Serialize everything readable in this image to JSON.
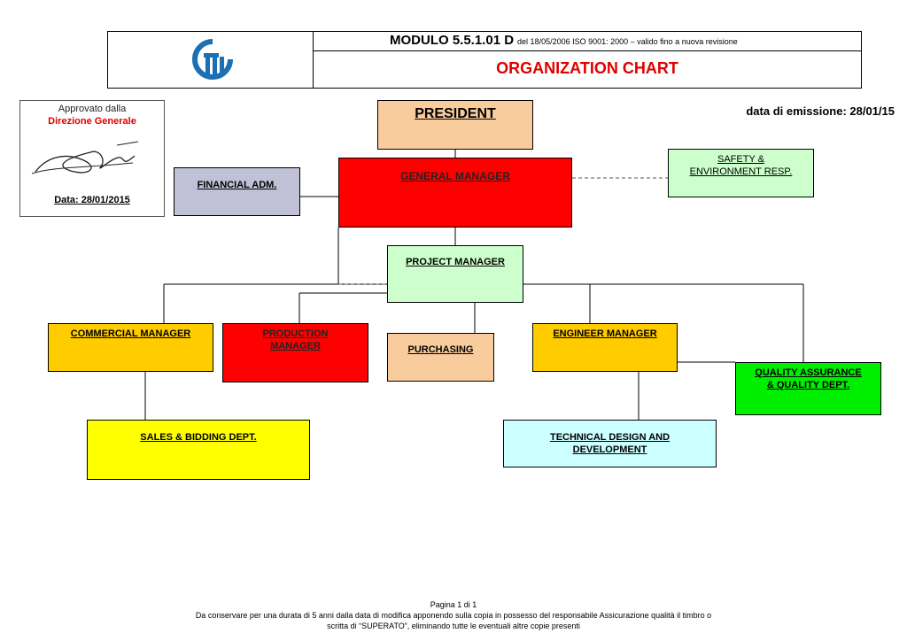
{
  "header": {
    "form_code": "MODULO  5.5.1.01 D",
    "form_details": "del  18/05/2006  ISO 9001: 2000 – valido fino a nuova revisione",
    "title": "ORGANIZATION CHART"
  },
  "approval": {
    "line1": "Approvato dalla",
    "line2": "Direzione Generale",
    "date_label": "Data",
    "date_value": ":  28/01/2015"
  },
  "emission_date": "data di emissione: 28/01/15",
  "org": {
    "president": "PRESIDENT",
    "general_manager": "GENERAL MANAGER",
    "financial_adm": "FINANCIAL ADM.",
    "safety_line1": "SAFETY &",
    "safety_line2": "ENVIRONMENT RESP.",
    "project_manager": "PROJECT MANAGER",
    "commercial_manager": "COMMERCIAL MANAGER",
    "production_line1": "PRODUCTION",
    "production_line2": "MANAGER",
    "purchasing": "PURCHASING",
    "engineer_manager": "ENGINEER MANAGER",
    "qa_line1": "QUALITY ASSURANCE",
    "qa_line2": "& QUALITY DEPT.",
    "sales": "SALES & BIDDING DEPT.",
    "tech_line1": "TECHNICAL DESIGN AND",
    "tech_line2": "DEVELOPMENT"
  },
  "footer": {
    "page": "Pagina 1 di 1",
    "line1": "Da conservare per una durata di 5 anni dalla data di modifica apponendo sulla copia in possesso del responsabile Assicurazione qualità il timbro o",
    "line2": "scritta di “SUPERATO”, eliminando tutte le eventuali altre copie presenti"
  },
  "colors": {
    "title_red": "#e00000",
    "president": "#f9cc9d",
    "general_manager": "#ff0000",
    "financial": "#c0c0d6",
    "light_green": "#ccffcc",
    "orange": "#ffcc00",
    "green": "#00ee00",
    "yellow": "#ffff00",
    "cyan": "#ccffff",
    "logo_blue": "#1a6fb5"
  }
}
